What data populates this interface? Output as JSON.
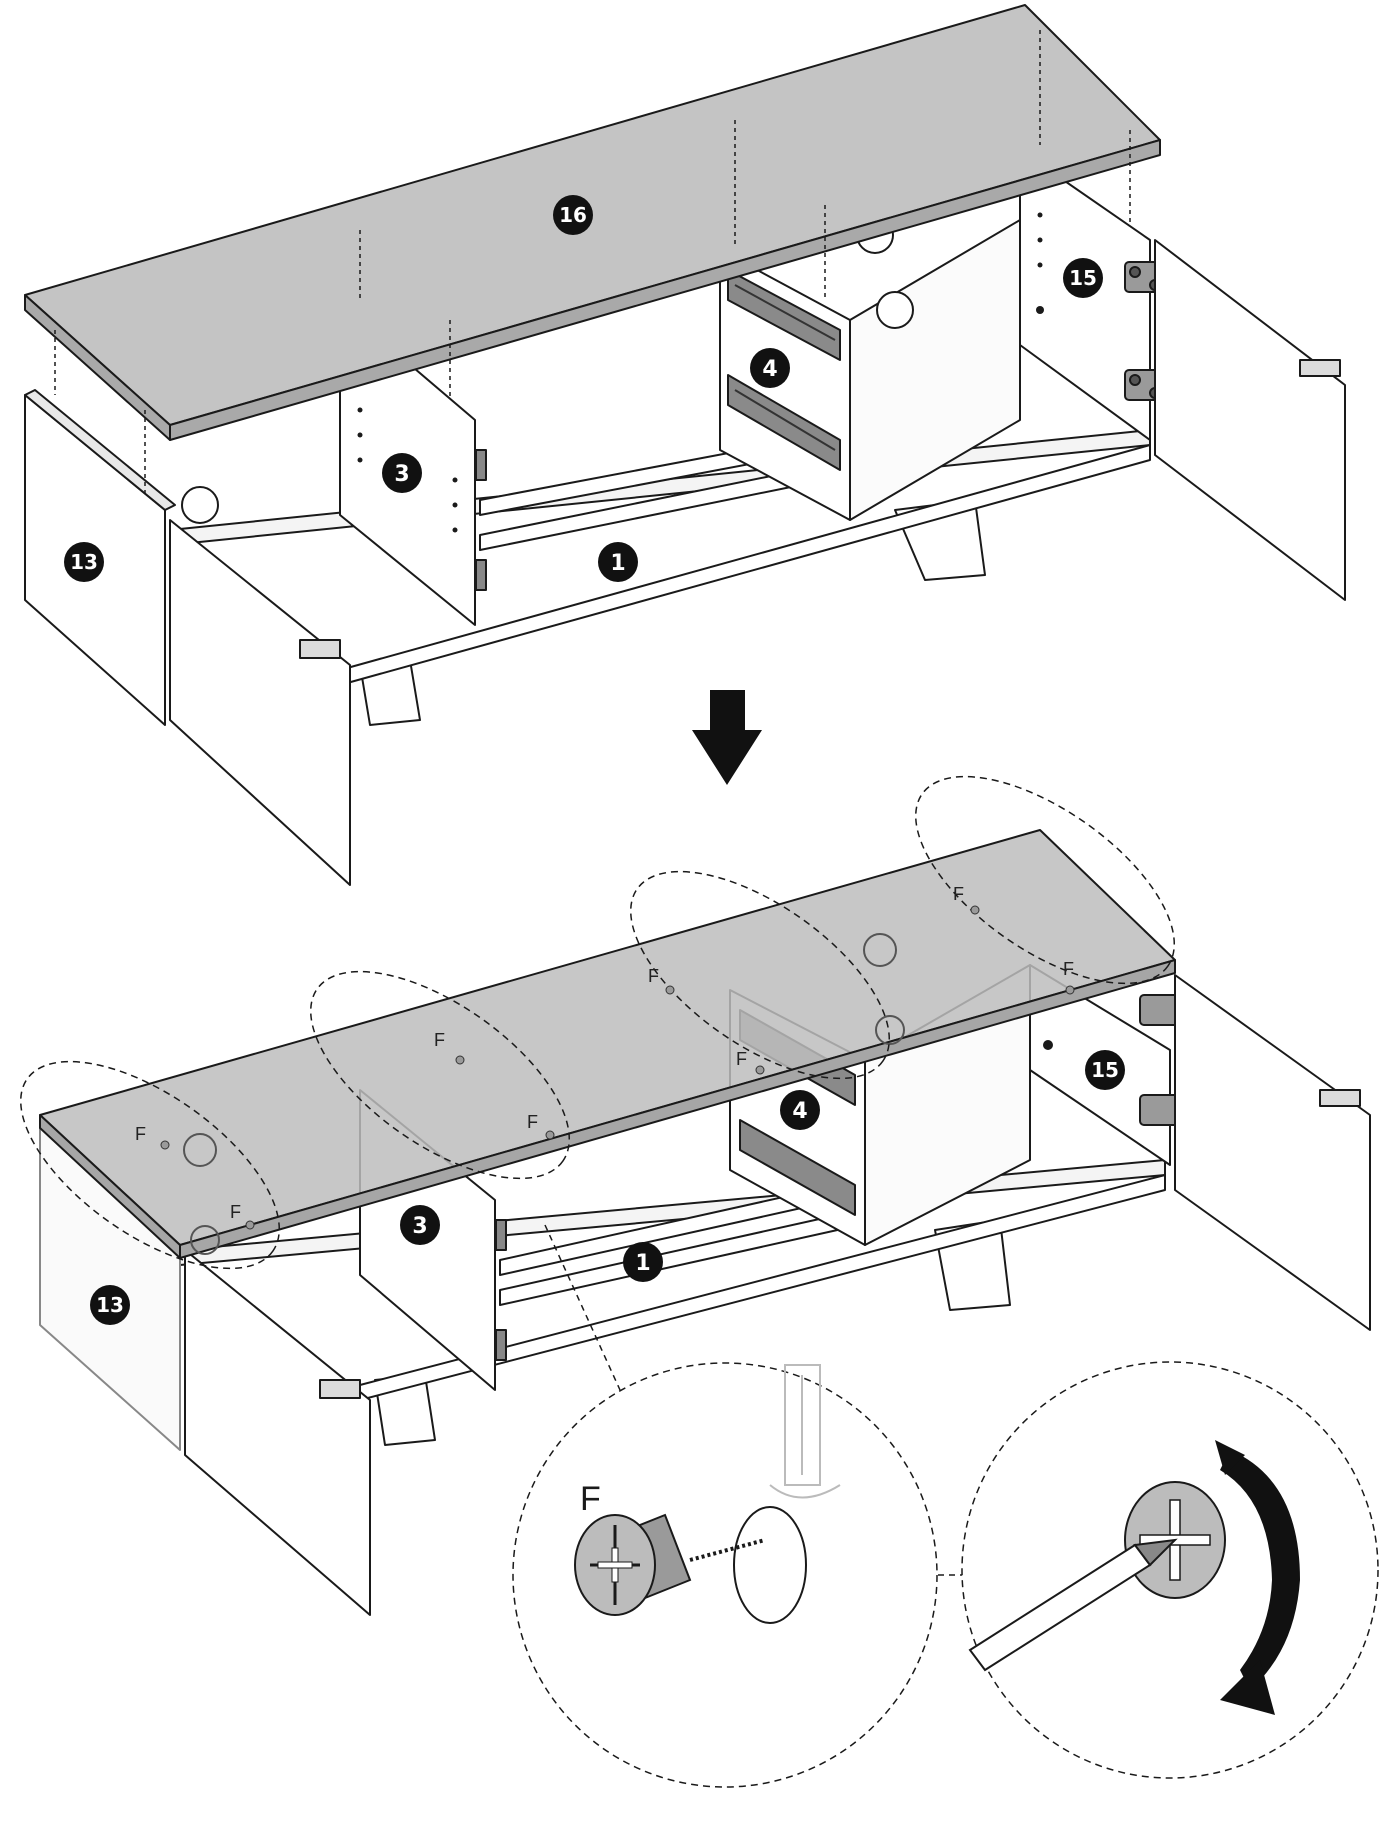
{
  "colors": {
    "line": "#1a1a1a",
    "board": "#bfbfbf",
    "panel": "#ffffff",
    "cam": "#9a9a9a",
    "badge": "#111111"
  },
  "diagram": {
    "top_view": {
      "part_labels": {
        "top_board": "16",
        "right_door": "15",
        "drawer_runner": "4",
        "divider": "3",
        "left_panel": "13",
        "bottom_board": "1"
      }
    },
    "arrow_icon": "down-arrow-icon",
    "bottom_view": {
      "part_labels": {
        "right_door": "15",
        "drawer_runner": "4",
        "divider": "3",
        "left_panel": "13",
        "bottom_board": "1"
      },
      "cam_labels": [
        "F",
        "F",
        "F",
        "F",
        "F",
        "F",
        "F",
        "F"
      ]
    },
    "detail_left": {
      "hardware_label": "F"
    },
    "detail_right": {
      "tool_icon": "screwdriver-icon",
      "rotation_icon": "clockwise-arrow-icon"
    }
  }
}
